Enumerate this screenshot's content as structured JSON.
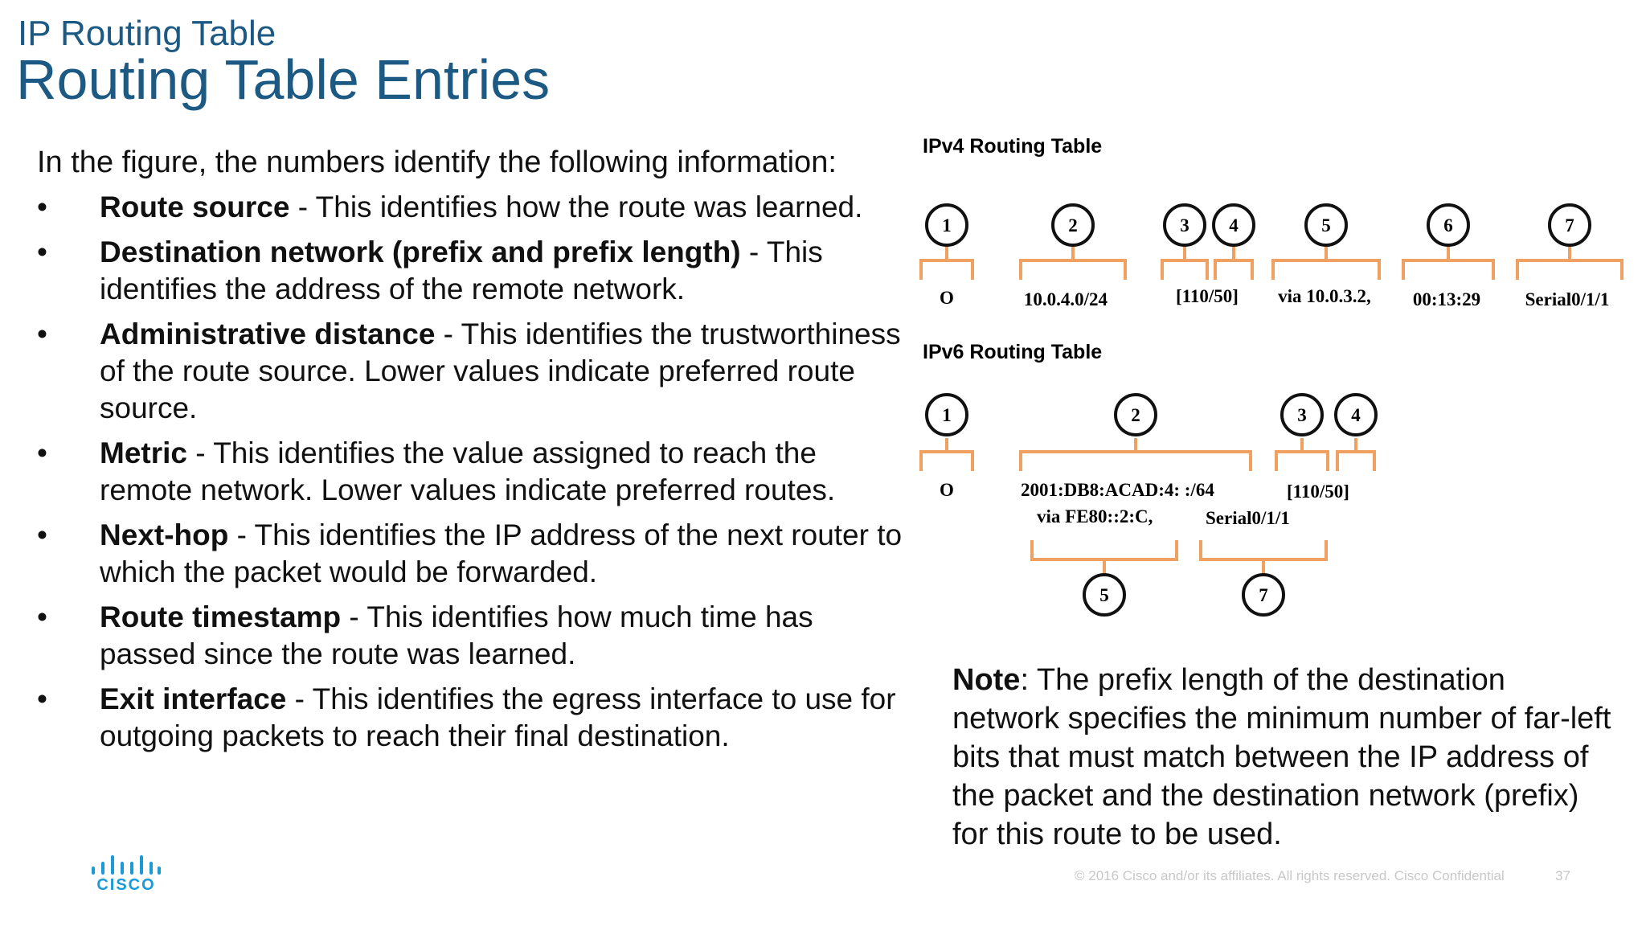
{
  "header": {
    "subtitle": "IP Routing Table",
    "title": "Routing Table Entries"
  },
  "intro": "In the figure, the numbers identify the following information:",
  "bullets": [
    {
      "term": "Route source",
      "text": " - This identifies how the route was learned."
    },
    {
      "term": "Destination network (prefix and prefix length)",
      "text": " - This identifies the address of the remote network."
    },
    {
      "term": "Administrative distance",
      "text": " - This identifies the trustworthiness of the route source. Lower values indicate preferred route source."
    },
    {
      "term": "Metric",
      "text": " - This identifies the value assigned to reach the remote network. Lower values indicate preferred routes."
    },
    {
      "term": "Next-hop",
      "text": " - This identifies the IP address of the next router to which the packet would be forwarded."
    },
    {
      "term": "Route timestamp",
      "text": " - This identifies how much time has passed since the route was learned."
    },
    {
      "term": "Exit interface",
      "text": " - This identifies the egress interface to use for outgoing packets to reach their final destination."
    }
  ],
  "bullet_glyph": "•",
  "ipv4": {
    "heading": "IPv4 Routing Table",
    "markers": [
      "1",
      "2",
      "3",
      "4",
      "5",
      "6",
      "7"
    ],
    "fields": [
      "O",
      "10.0.4.0/24",
      "[110/50]",
      "via 10.0.3.2,",
      "00:13:29",
      "Serial0/1/1"
    ]
  },
  "ipv6": {
    "heading": "IPv6 Routing Table",
    "markers_top": [
      "1",
      "2",
      "3",
      "4"
    ],
    "markers_bottom": [
      "5",
      "7"
    ],
    "line1": [
      "O",
      "2001:DB8:ACAD:4: :/64",
      "[110/50]"
    ],
    "line2": [
      "via FE80::2:C,",
      "Serial0/1/1"
    ]
  },
  "note": {
    "label": "Note",
    "text": ": The prefix length of the destination network specifies the minimum number of far-left bits that must match between the IP address of the packet and the destination network (prefix) for this route to be used."
  },
  "footer": {
    "copyright": "© 2016  Cisco and/or its affiliates. All rights reserved.   Cisco Confidential",
    "page": "37",
    "logo_text": "CISCO"
  },
  "colors": {
    "title": "#1c5a84",
    "bracket": "#f0a060",
    "footer": "#c8c8c8"
  }
}
